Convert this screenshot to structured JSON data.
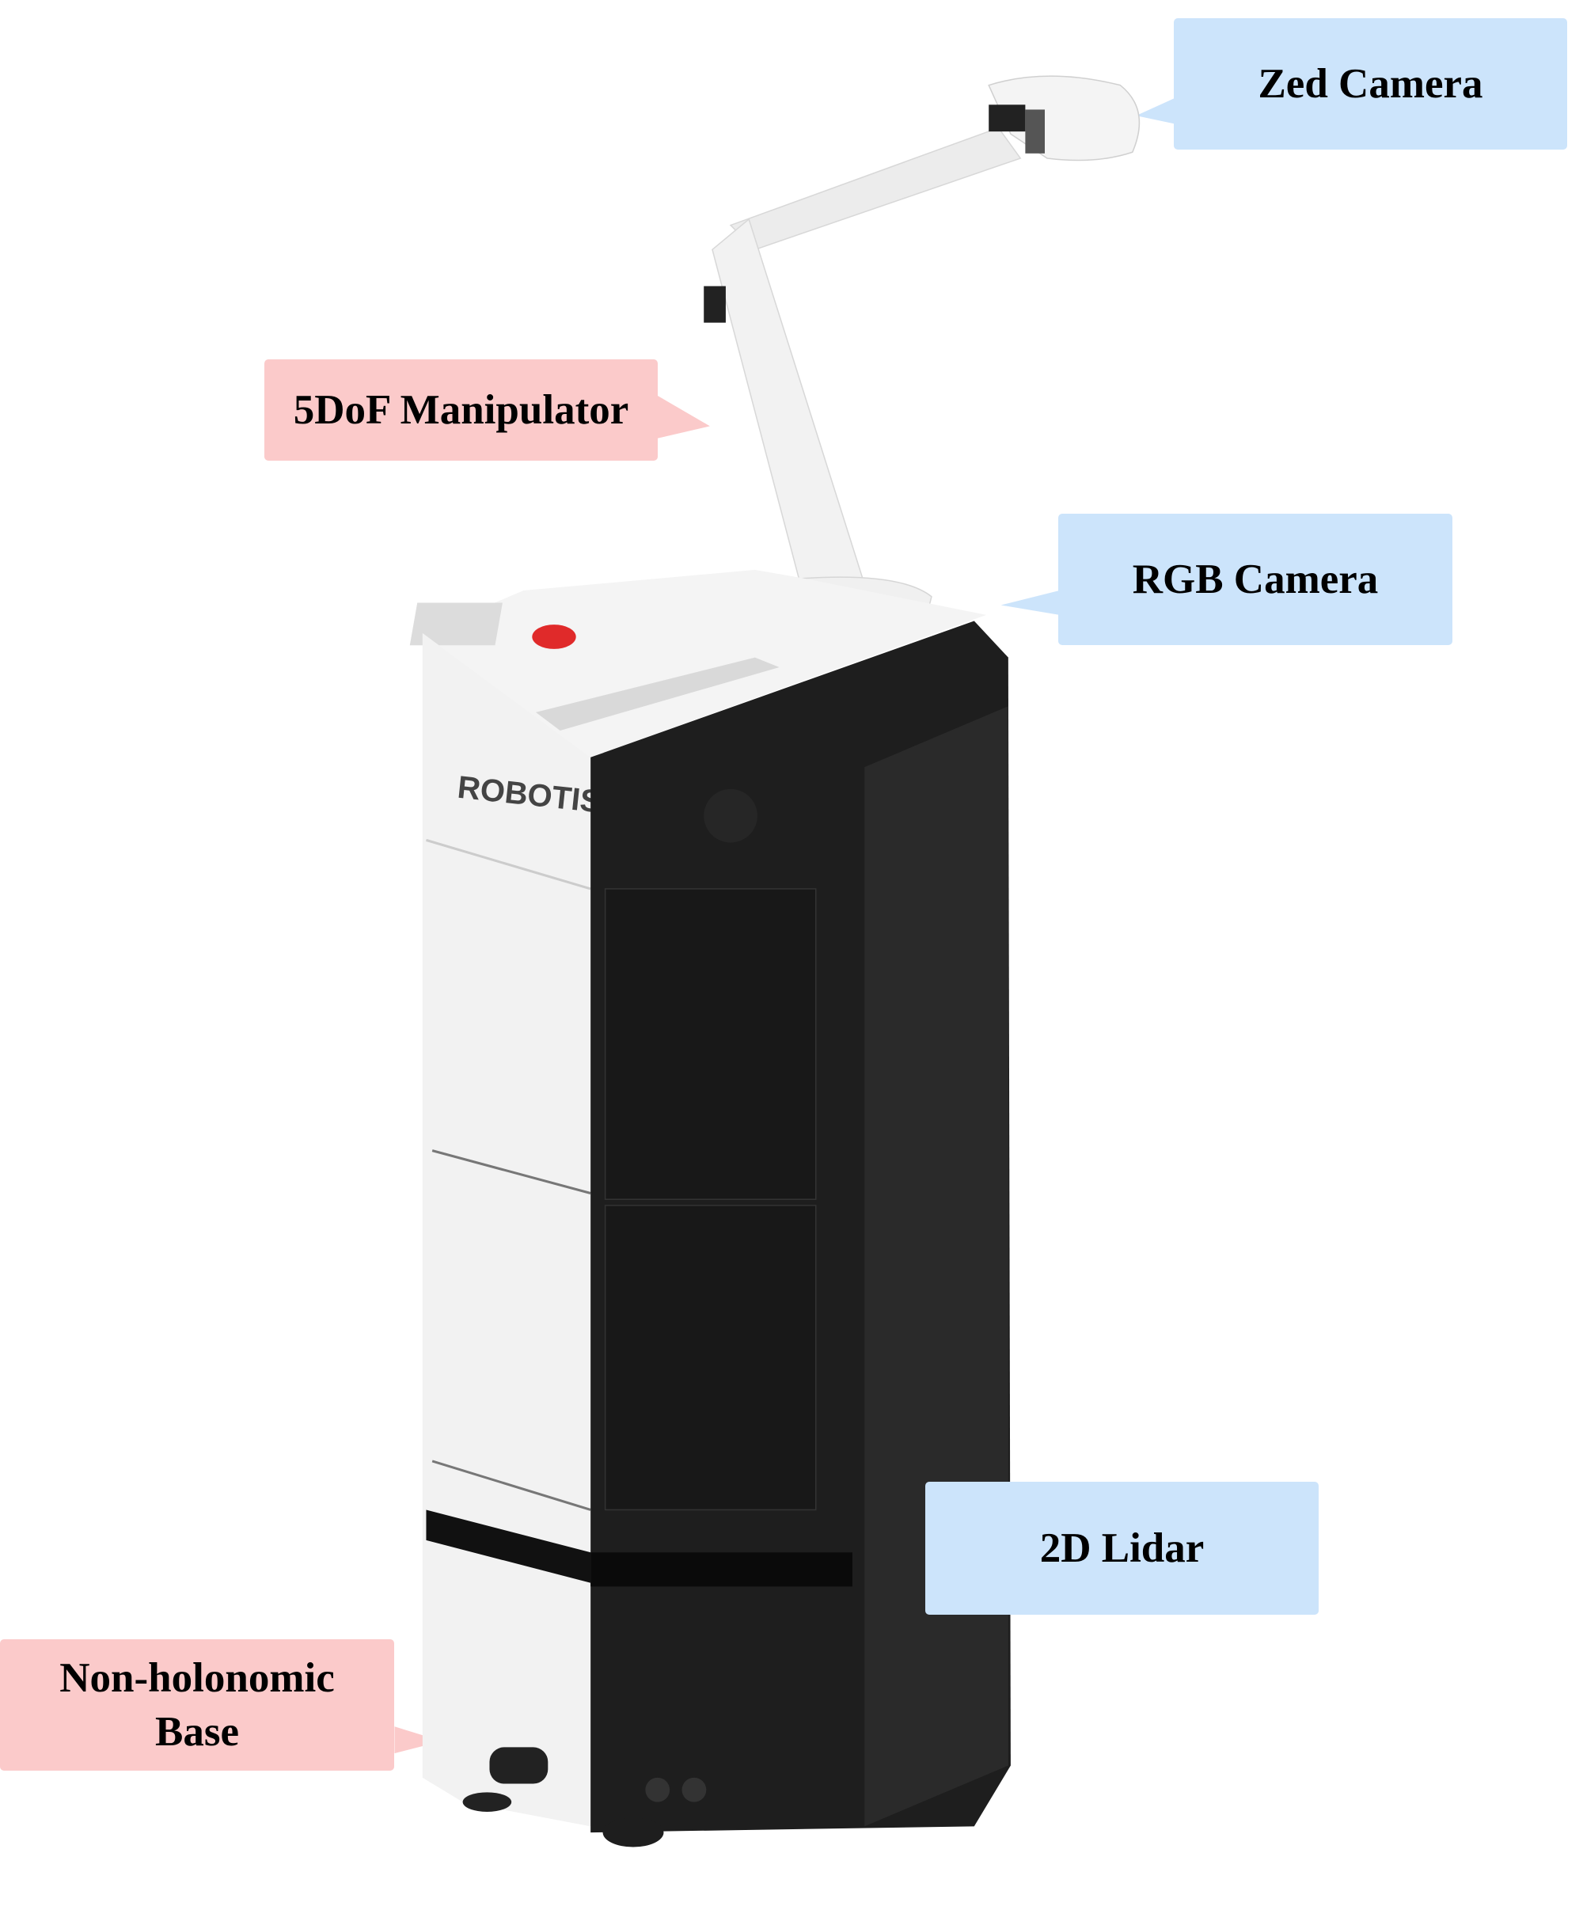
{
  "labels": {
    "zed_camera": "Zed Camera",
    "manipulator": "5DoF Manipulator",
    "rgb_camera": "RGB Camera",
    "lidar": "2D Lidar",
    "base": "Non-holonomic Base"
  },
  "robot": {
    "brand_logo": "ROBOTIS"
  },
  "colors": {
    "blue_label": "#cce4fb",
    "pink_label": "#fbcaca",
    "body_dark": "#1e1e1e",
    "body_light": "#f2f2f2",
    "estop": "#e02a2a"
  }
}
